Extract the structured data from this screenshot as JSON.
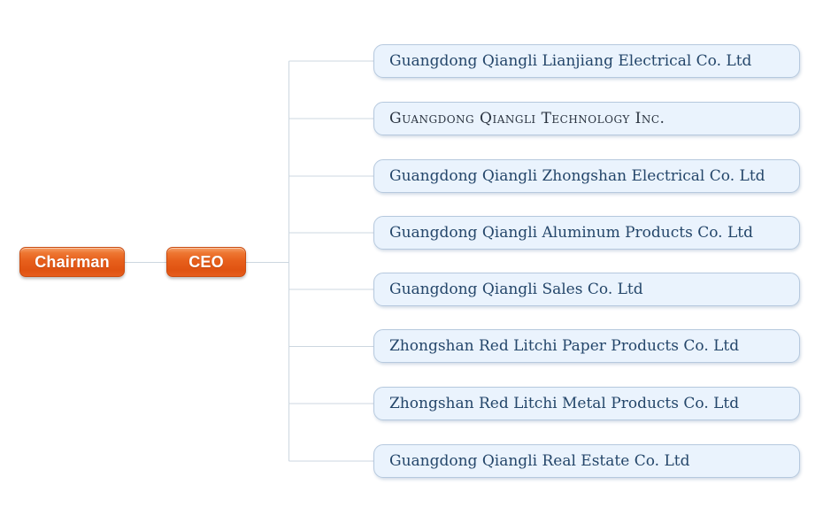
{
  "diagram": {
    "type": "org-chart",
    "root": {
      "label": "Chairman"
    },
    "executive": {
      "label": "CEO"
    },
    "subsidiaries": [
      {
        "label": "Guangdong Qiangli Lianjiang Electrical Co. Ltd",
        "label_style": "normal"
      },
      {
        "label": "Guangdong Qiangli Technology Inc.",
        "label_style": "small-caps"
      },
      {
        "label": "Guangdong Qiangli Zhongshan Electrical Co. Ltd",
        "label_style": "normal"
      },
      {
        "label": "Guangdong Qiangli Aluminum Products Co. Ltd",
        "label_style": "normal"
      },
      {
        "label": "Guangdong Qiangli Sales Co. Ltd",
        "label_style": "normal"
      },
      {
        "label": "Zhongshan Red Litchi Paper Products Co. Ltd",
        "label_style": "normal"
      },
      {
        "label": "Zhongshan Red Litchi Metal Products Co. Ltd",
        "label_style": "normal"
      },
      {
        "label": "Guangdong Qiangli Real Estate Co. Ltd",
        "label_style": "normal"
      }
    ],
    "colors": {
      "exec_node_fill": "#e7601c",
      "exec_node_highlight": "#f5a069",
      "exec_node_border": "#cb4c10",
      "exec_node_text": "#ffffff",
      "subsidiary_fill": "#eaf3fd",
      "subsidiary_border": "#b6c9de",
      "subsidiary_text": "#24466a",
      "connector_line": "#ccd7e0"
    }
  }
}
